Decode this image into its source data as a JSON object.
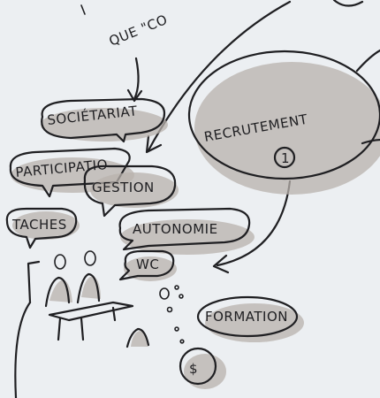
{
  "top_text": "QUE \"CO",
  "center": {
    "label": "RECRUTEMENT",
    "number": "1"
  },
  "bubbles": [
    {
      "id": "societariat",
      "label": "SOCIÉTARIAT"
    },
    {
      "id": "participation",
      "label": "PARTICIPATIO"
    },
    {
      "id": "gestion",
      "label": "GESTION"
    },
    {
      "id": "taches",
      "label": "TACHES"
    },
    {
      "id": "autonomie",
      "label": "AUTONOMIE"
    },
    {
      "id": "wc",
      "label": "WC"
    },
    {
      "id": "formation",
      "label": "FORMATION"
    }
  ],
  "money": {
    "label": "$"
  },
  "colors": {
    "ink": "#1f1f22",
    "shadow": "#b8b1ac",
    "paper": "#eceff2"
  }
}
